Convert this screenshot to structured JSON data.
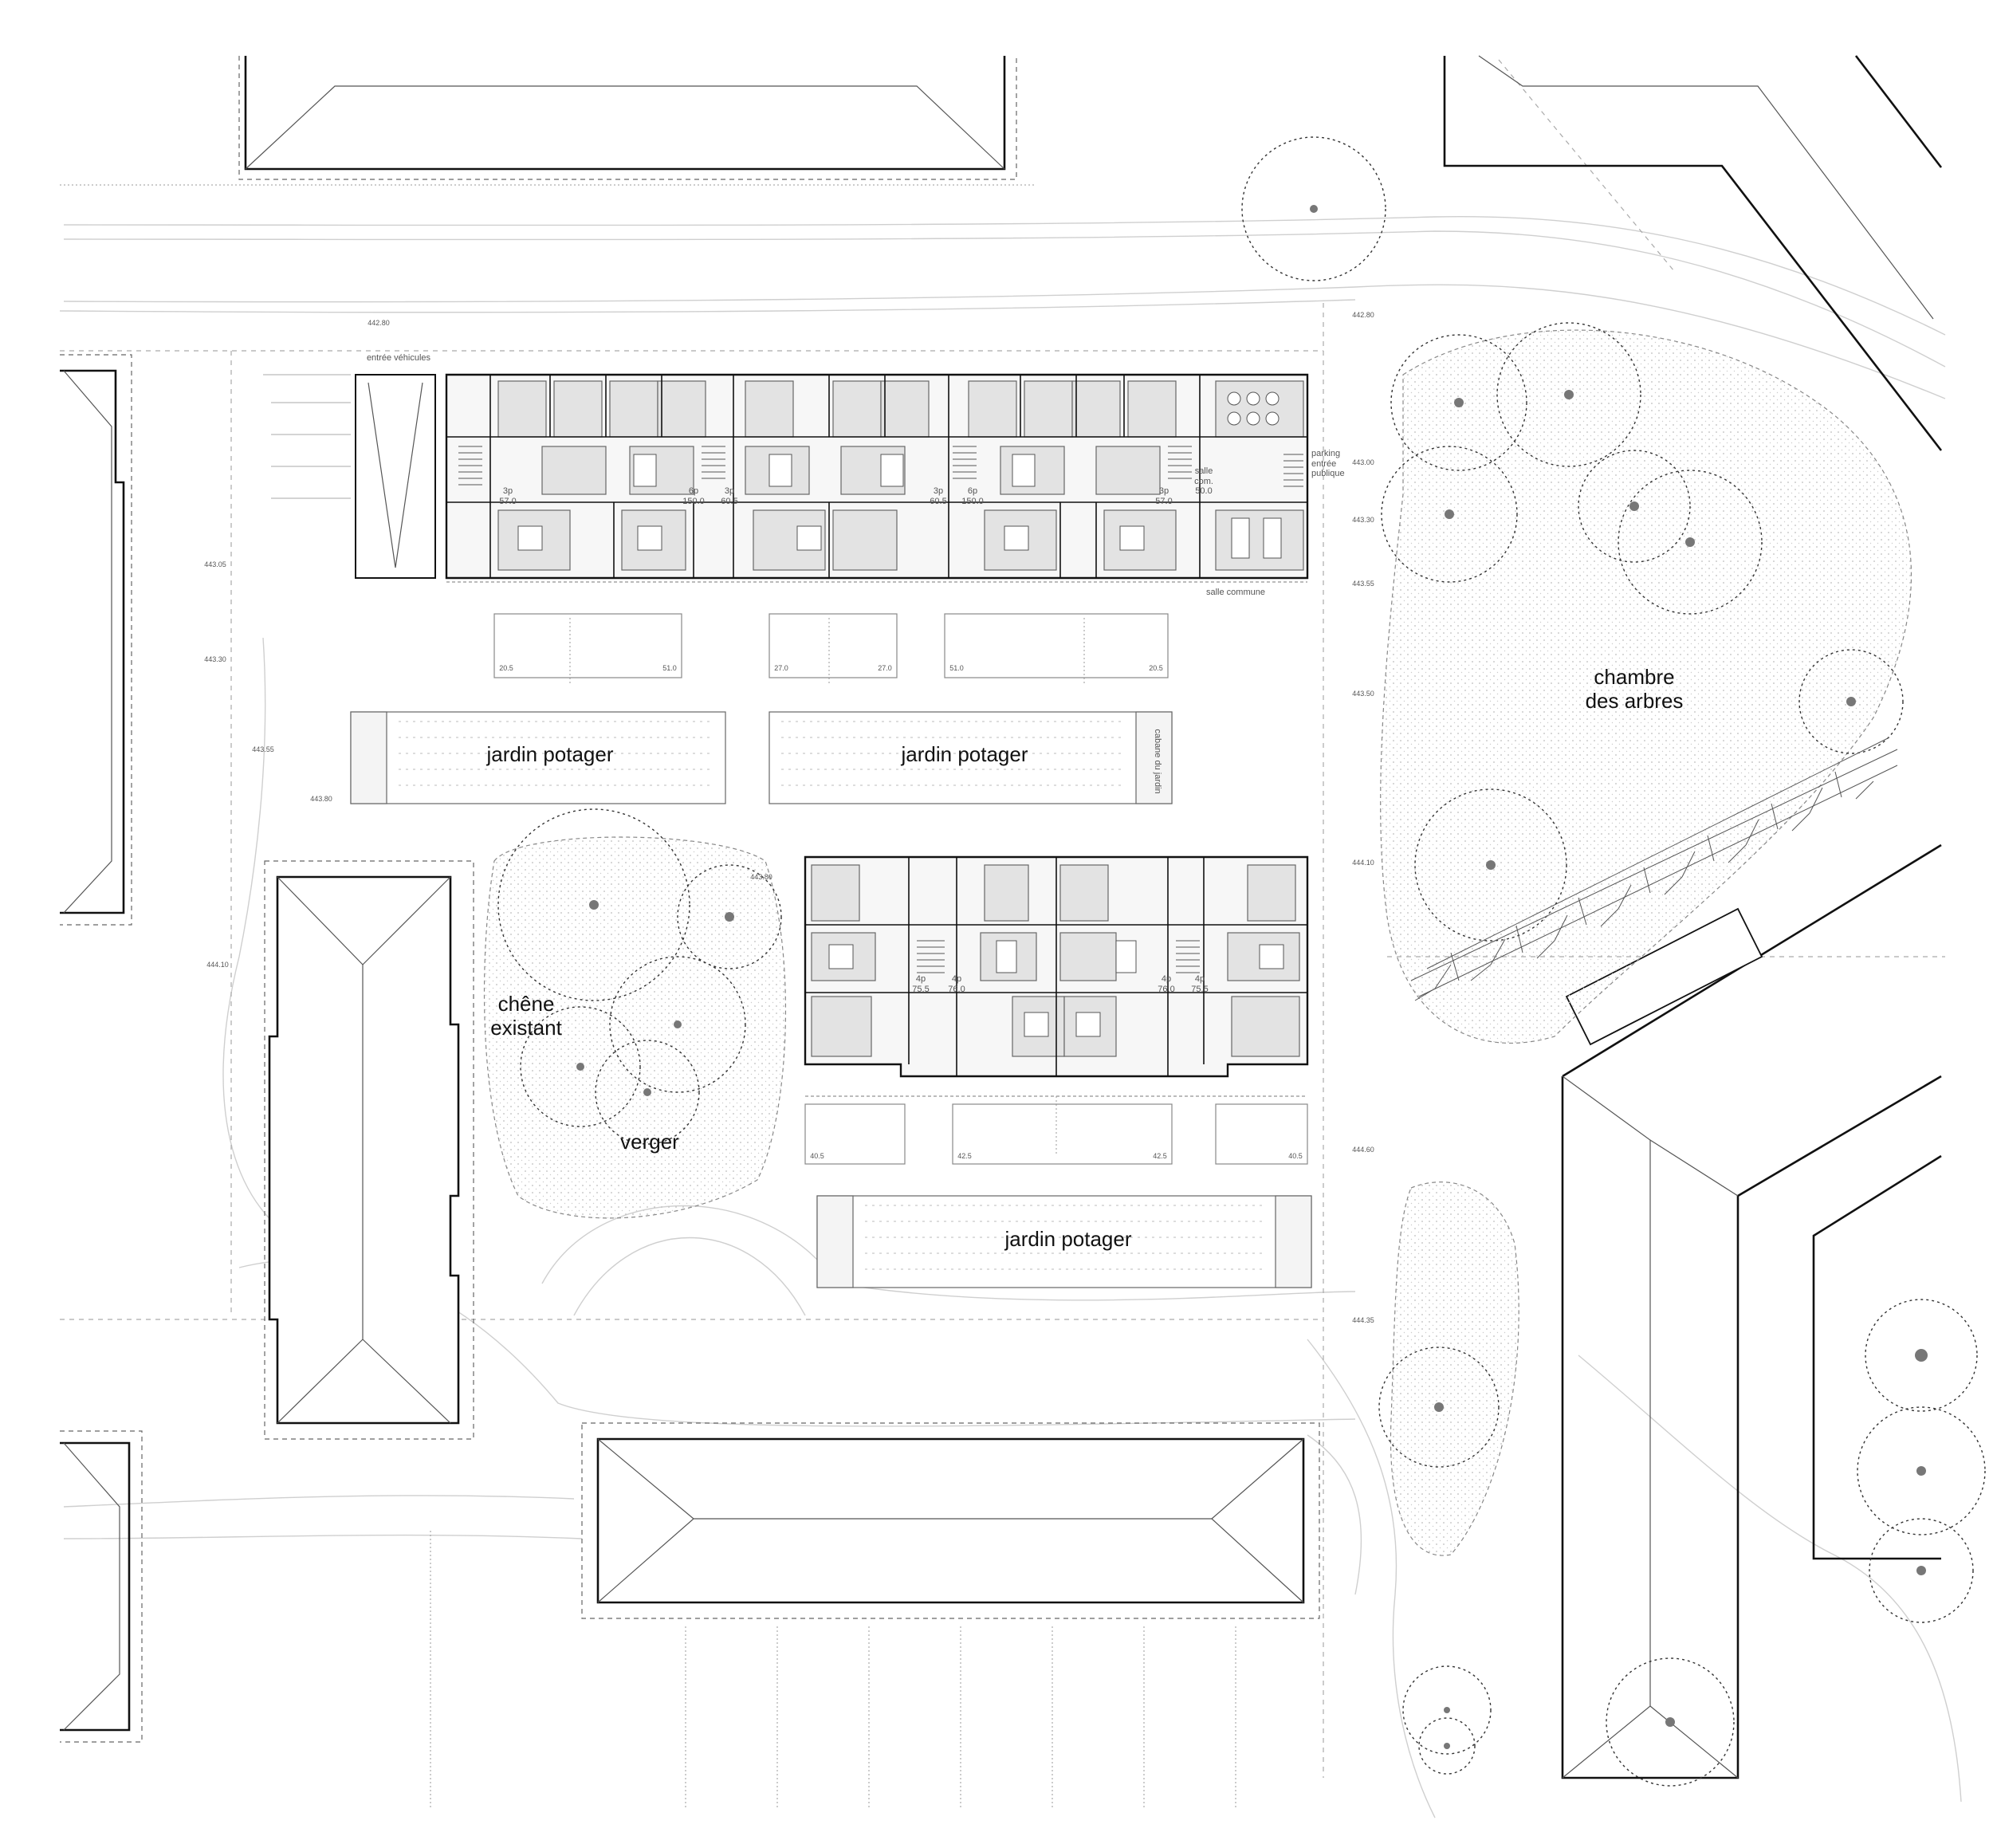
{
  "labels": {
    "jardin_potager_1": "jardin potager",
    "jardin_potager_2": "jardin potager",
    "jardin_potager_3": "jardin potager",
    "chambre_des_arbres": "chambre\ndes arbres",
    "chene_existant": "chêne\nexistant",
    "verger": "verger",
    "entree_vehicules": "entrée véhicules",
    "salle_commune": "salle commune",
    "cabane_du_jardin": "cabane du jardin",
    "parking_entree_publique": "parking\nentrée\npublique",
    "salle_com": "salle\ncom.\n50.0"
  },
  "elevations": {
    "e1": "442.80",
    "e2": "442.80",
    "e3": "443.05",
    "e4": "443.30",
    "e5": "443.55",
    "e6": "443.80",
    "e7": "444.10",
    "e8": "444.10",
    "e9": "444.60",
    "e10": "444.35",
    "e11": "443.00",
    "e12": "443.55",
    "e13": "443.30",
    "e14": "443.50",
    "e15": "443.80"
  },
  "north_units": {
    "u1": "3p\n57.0",
    "u2": "6p\n150.0",
    "u3": "3p\n60.5",
    "u4": "3p\n60.5",
    "u5": "6p\n150.0",
    "u6": "3p\n57.0"
  },
  "south_units": {
    "u1": "4p\n75.5",
    "u2": "4p\n76.0",
    "u3": "4p\n76.0",
    "u4": "4p\n75.5"
  },
  "terrace_areas": {
    "t1": "20.5",
    "t2": "51.0",
    "t3": "27.0",
    "t4": "27.0",
    "t5": "51.0",
    "t6": "20.5",
    "t7": "40.5",
    "t8": "42.5",
    "t9": "42.5",
    "t10": "40.5"
  }
}
